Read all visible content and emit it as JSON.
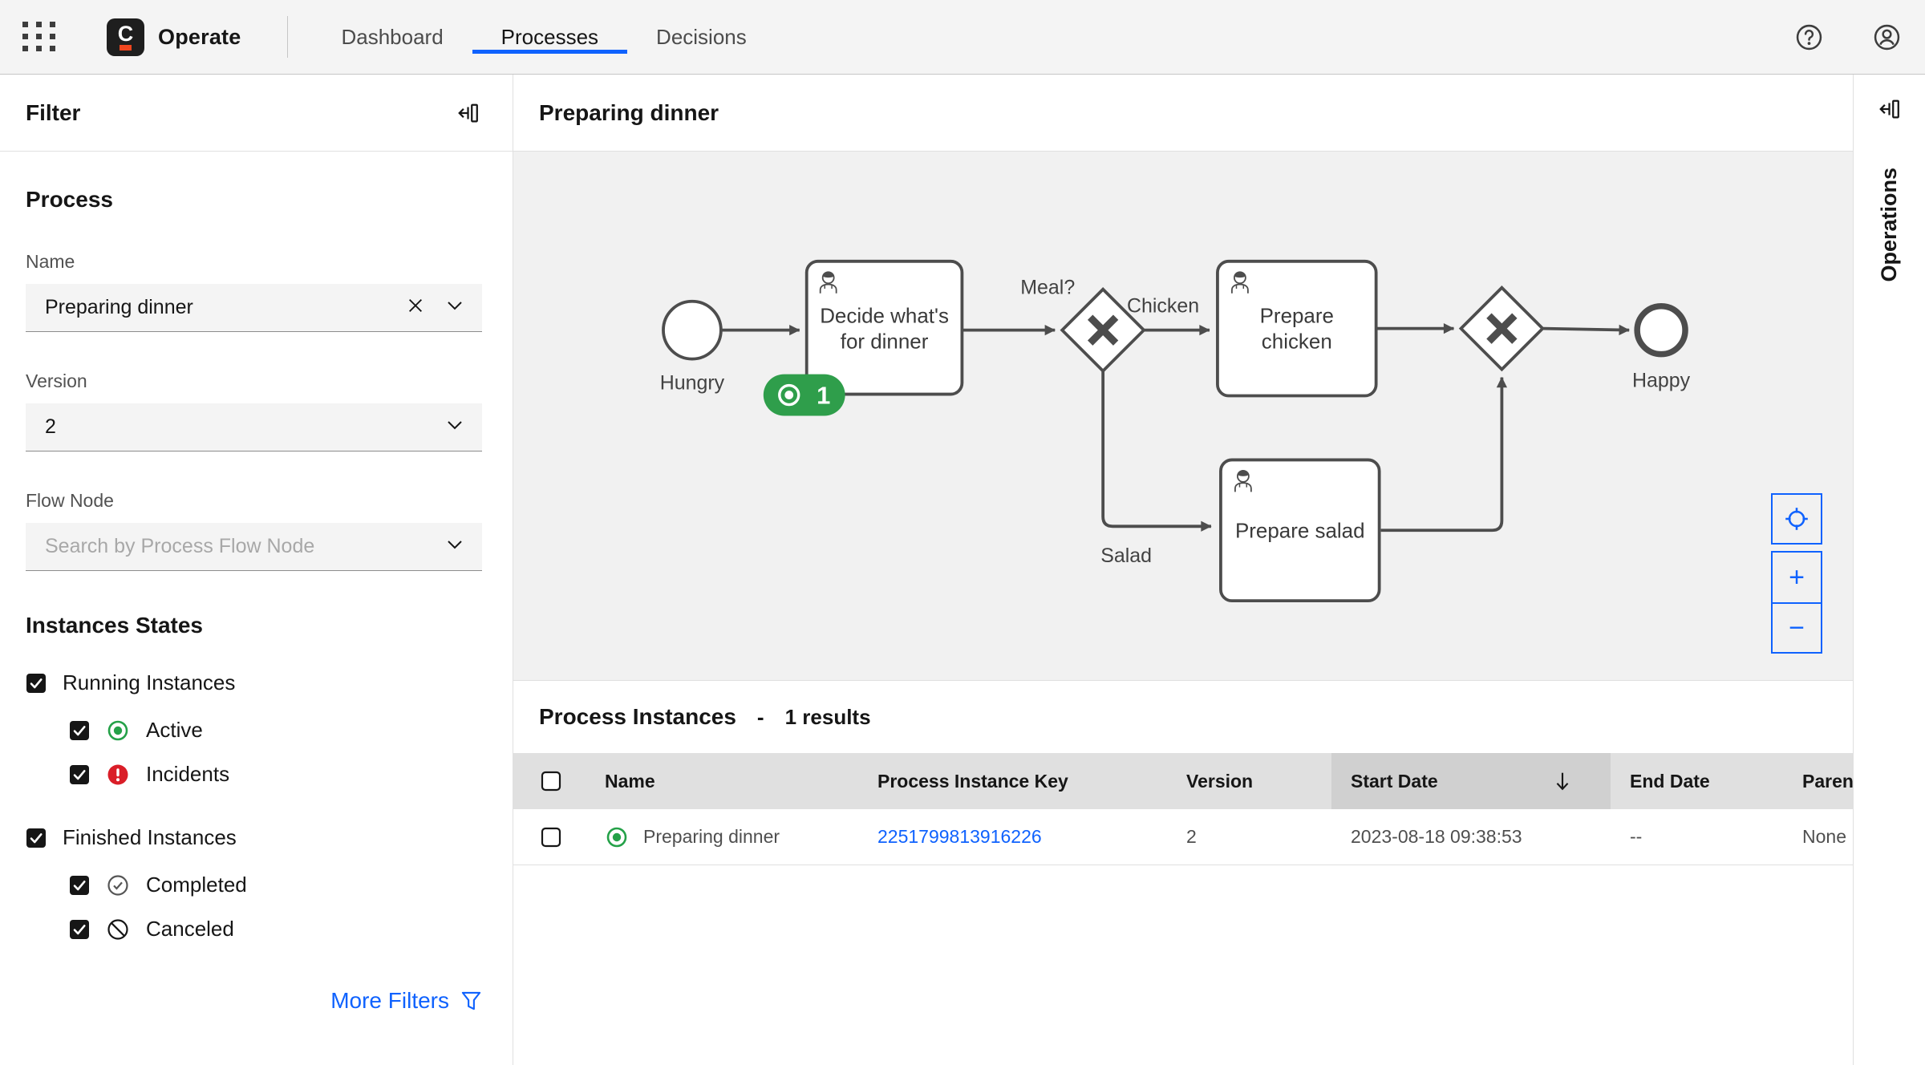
{
  "header": {
    "app_name": "Operate",
    "tabs": [
      {
        "label": "Dashboard"
      },
      {
        "label": "Processes"
      },
      {
        "label": "Decisions"
      }
    ]
  },
  "filter": {
    "title": "Filter",
    "section_process": "Process",
    "name_label": "Name",
    "name_value": "Preparing dinner",
    "version_label": "Version",
    "version_value": "2",
    "flow_node_label": "Flow Node",
    "flow_node_placeholder": "Search by Process Flow Node",
    "states_title": "Instances States",
    "running_label": "Running Instances",
    "active_label": "Active",
    "incidents_label": "Incidents",
    "finished_label": "Finished Instances",
    "completed_label": "Completed",
    "canceled_label": "Canceled",
    "more_filters_label": "More Filters"
  },
  "diagram": {
    "title": "Preparing dinner",
    "start_label": "Hungry",
    "task_decide_line1": "Decide what's",
    "task_decide_line2": "for dinner",
    "badge_count": "1",
    "gateway_label": "Meal?",
    "flow_chicken_label": "Chicken",
    "flow_salad_label": "Salad",
    "task_chicken_line1": "Prepare",
    "task_chicken_line2": "chicken",
    "task_salad_label": "Prepare salad",
    "end_label": "Happy",
    "controls": {
      "zoom_in": "+",
      "zoom_out": "−"
    }
  },
  "instances": {
    "title": "Process Instances",
    "separator": "-",
    "result_count": "1 results",
    "columns": [
      "Name",
      "Process Instance Key",
      "Version",
      "Start Date",
      "End Date",
      "Parent Process Instance Key"
    ],
    "row": {
      "name": "Preparing dinner",
      "key": "2251799813916226",
      "version": "2",
      "start_date": "2023-08-18 09:38:53",
      "end_date": "--",
      "parent": "None"
    }
  },
  "operations": {
    "title": "Operations"
  },
  "colors": {
    "accent": "#0f62fe",
    "active_green": "#24a148",
    "incident_red": "#da1e28",
    "badge_green": "#2f9e4b",
    "logo_orange": "#f0461e"
  }
}
